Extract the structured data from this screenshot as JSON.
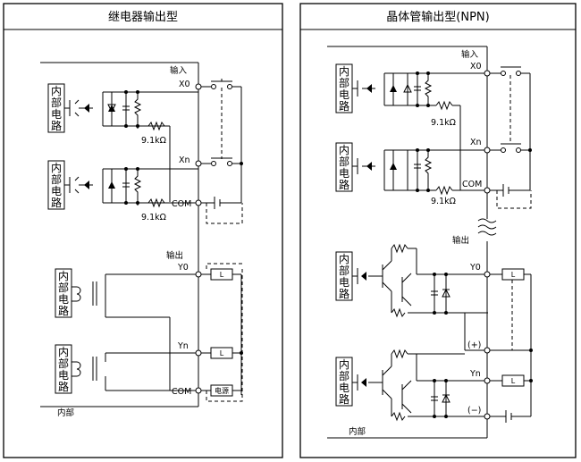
{
  "left_panel": {
    "title": "继电器输出型",
    "internal_circuit_label": "内部电路",
    "input_label": "输入",
    "x0_label": "X0",
    "xn_label": "Xn",
    "com_input_label": "COM",
    "resistor_1_label": "9.1kΩ",
    "resistor_2_label": "9.1kΩ",
    "output_label": "输出",
    "y0_label": "Y0",
    "yn_label": "Yn",
    "com_output_label": "COM",
    "load_label": "L",
    "power_label": "电源",
    "internal_label": "内部"
  },
  "right_panel": {
    "title": "晶体管输出型(NPN)",
    "internal_circuit_label": "内部电路",
    "input_label": "输入",
    "x0_label": "X0",
    "xn_label": "Xn",
    "com_input_label": "COM",
    "resistor_1_label": "9.1kΩ",
    "resistor_2_label": "9.1kΩ",
    "output_label": "输出",
    "y0_label": "Y0",
    "yn_label": "Yn",
    "plus_label": "(+)",
    "minus_label": "(−)",
    "load_label": "L",
    "internal_label": "内部"
  }
}
